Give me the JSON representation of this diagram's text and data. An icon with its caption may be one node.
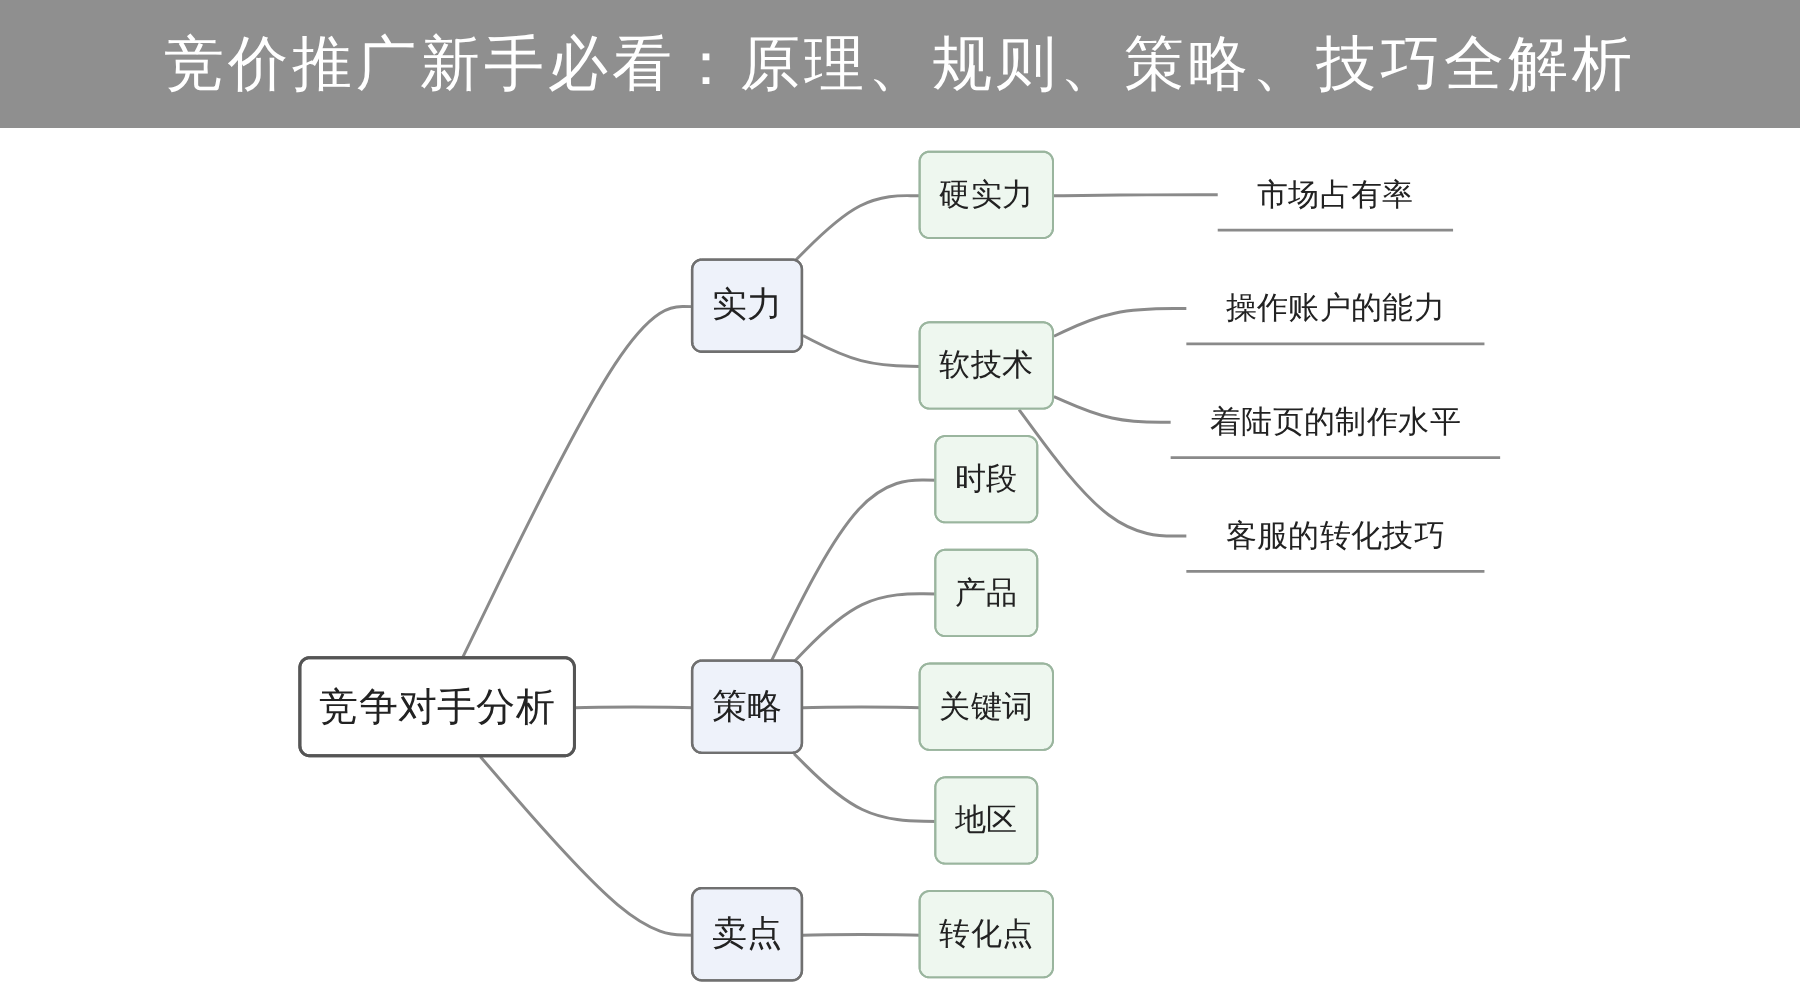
{
  "diagram": {
    "title": "竞价推广新手必看：原理、规则、策略、技巧全解析",
    "nodes": [
      {
        "text": [
          "竞争对手分析"
        ]
      },
      {
        "text": [
          "实力"
        ]
      },
      {
        "text": [
          "硬实力"
        ]
      },
      {
        "text": [
          "市场占有率"
        ]
      },
      {
        "text": [
          "软技术"
        ]
      },
      {
        "text": [
          "操作账户的能力"
        ]
      },
      {
        "text": [
          "着陆页的制作水平"
        ]
      },
      {
        "text": [
          "客服的转化技巧"
        ]
      },
      {
        "text": [
          "策略"
        ]
      },
      {
        "text": [
          "时段"
        ]
      },
      {
        "text": [
          "产品"
        ]
      },
      {
        "text": [
          "关键词"
        ]
      },
      {
        "text": [
          "地区"
        ]
      },
      {
        "text": [
          "卖点"
        ]
      },
      {
        "text": [
          "转化点"
        ]
      }
    ],
    "edges": [
      {
        "from": 0,
        "to": 1,
        "arrow": "none"
      },
      {
        "from": 1,
        "to": 2,
        "arrow": "none"
      },
      {
        "from": 2,
        "to": 3,
        "arrow": "none"
      },
      {
        "from": 1,
        "to": 4,
        "arrow": "none"
      },
      {
        "from": 4,
        "to": 5,
        "arrow": "none"
      },
      {
        "from": 4,
        "to": 6,
        "arrow": "none"
      },
      {
        "from": 4,
        "to": 7,
        "arrow": "none"
      },
      {
        "from": 0,
        "to": 8,
        "arrow": "none"
      },
      {
        "from": 8,
        "to": 9,
        "arrow": "none"
      },
      {
        "from": 8,
        "to": 10,
        "arrow": "none"
      },
      {
        "from": 8,
        "to": 11,
        "arrow": "none"
      },
      {
        "from": 8,
        "to": 12,
        "arrow": "none"
      },
      {
        "from": 0,
        "to": 13,
        "arrow": "none"
      },
      {
        "from": 13,
        "to": 14,
        "arrow": "none"
      }
    ]
  }
}
